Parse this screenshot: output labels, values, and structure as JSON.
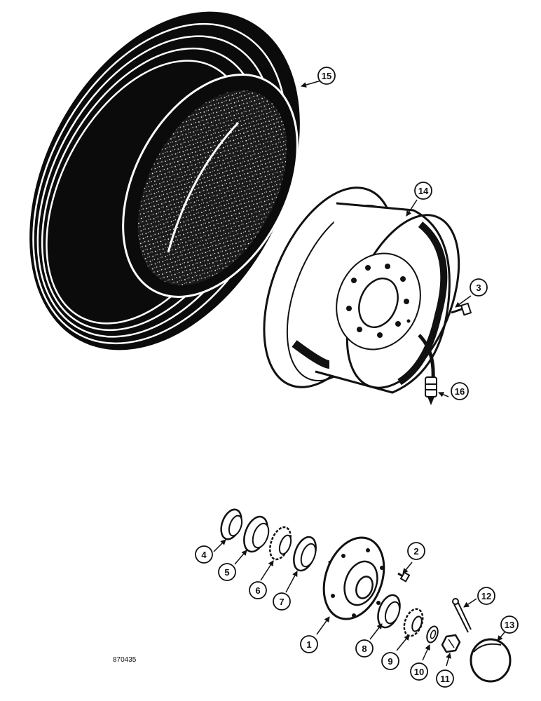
{
  "figure_code": "870435",
  "callouts": [
    {
      "id": "c1",
      "label": "1"
    },
    {
      "id": "c2",
      "label": "2"
    },
    {
      "id": "c3",
      "label": "3"
    },
    {
      "id": "c4",
      "label": "4"
    },
    {
      "id": "c5",
      "label": "5"
    },
    {
      "id": "c6",
      "label": "6"
    },
    {
      "id": "c7",
      "label": "7"
    },
    {
      "id": "c8",
      "label": "8"
    },
    {
      "id": "c9",
      "label": "9"
    },
    {
      "id": "c10",
      "label": "10"
    },
    {
      "id": "c11",
      "label": "11"
    },
    {
      "id": "c12",
      "label": "12"
    },
    {
      "id": "c13",
      "label": "13"
    },
    {
      "id": "c14",
      "label": "14"
    },
    {
      "id": "c15",
      "label": "15"
    },
    {
      "id": "c16",
      "label": "16"
    }
  ]
}
